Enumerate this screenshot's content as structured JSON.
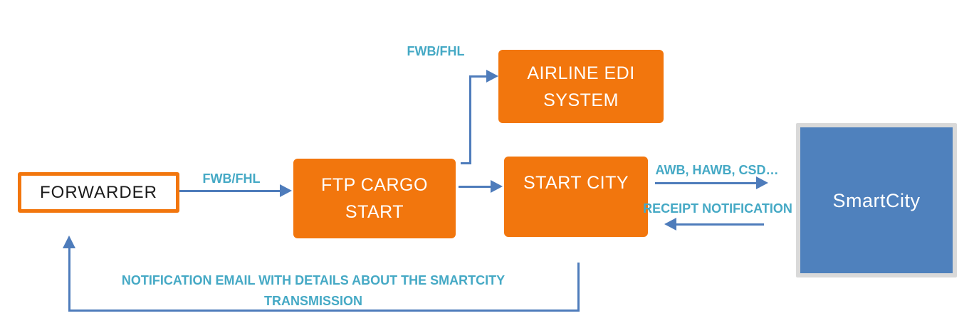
{
  "diagram": {
    "nodes": {
      "forwarder": {
        "label": "FORWARDER"
      },
      "ftp_cargo_start": {
        "line1": "FTP CARGO",
        "line2": "START"
      },
      "airline_edi_system": {
        "line1": "AIRLINE EDI",
        "line2": "SYSTEM"
      },
      "start_city": {
        "label": "START CITY"
      },
      "smartcity": {
        "label": "SmartCity"
      }
    },
    "edge_labels": {
      "forwarder_to_ftp": "FWB/FHL",
      "ftp_to_airline": "FWB/FHL",
      "startcity_to_smartcity": "AWB, HAWB, CSD…",
      "smartcity_to_startcity": "RECEIPT NOTIFICATION",
      "startcity_to_forwarder_line1": "NOTIFICATION EMAIL WITH DETAILS ABOUT THE SMARTCITY",
      "startcity_to_forwarder_line2": "TRANSMISSION"
    },
    "colors": {
      "node_orange": "#F2760D",
      "connector_blue": "#4E7CBB",
      "smartcity_fill": "#4F81BD",
      "smartcity_border_gray": "#D9D9D9",
      "label_teal": "#45A9C5",
      "forwarder_fill": "#FFFFFF",
      "node_text_white": "#FFFFFF",
      "forwarder_text_black": "#1B1B1B"
    }
  }
}
